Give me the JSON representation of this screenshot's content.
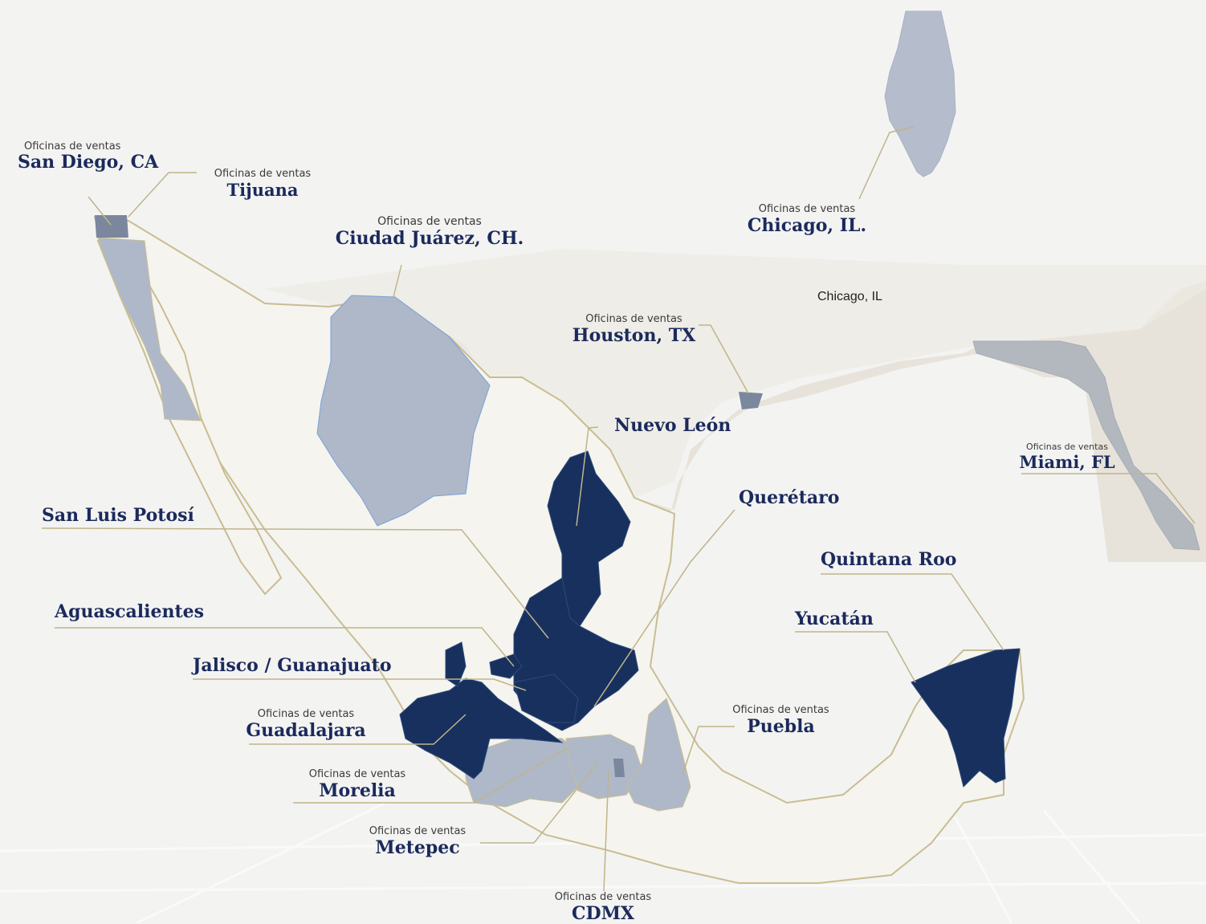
{
  "colors": {
    "background": "#f3f3f2",
    "highlight_state": "#17305e",
    "office_state": "#aeb8c9",
    "office_state_dark": "#7b879d",
    "usa_region": "#e7e3da",
    "florida": "#b3b8bf",
    "border_line": "#c9bd92",
    "label_text": "#1b2a5c"
  },
  "legend": {
    "subtitle": "Oficinas de ventas"
  },
  "offices": [
    {
      "id": "san-diego",
      "subtitle": "Oficinas de ventas",
      "name": "San Diego, CA"
    },
    {
      "id": "tijuana",
      "subtitle": "Oficinas de ventas",
      "name": "Tijuana"
    },
    {
      "id": "ciudad-juarez",
      "subtitle": "Oficinas de ventas",
      "name": "Ciudad Juárez, CH."
    },
    {
      "id": "chicago",
      "subtitle": "Oficinas de ventas",
      "name": "Chicago, IL."
    },
    {
      "id": "houston",
      "subtitle": "Oficinas de ventas",
      "name": "Houston, TX"
    },
    {
      "id": "miami",
      "subtitle": "Oficinas de ventas",
      "name": "Miami, FL"
    },
    {
      "id": "guadalajara",
      "subtitle": "Oficinas de ventas",
      "name": "Guadalajara"
    },
    {
      "id": "morelia",
      "subtitle": "Oficinas de ventas",
      "name": "Morelia"
    },
    {
      "id": "metepec",
      "subtitle": "Oficinas de ventas",
      "name": "Metepec"
    },
    {
      "id": "cdmx",
      "subtitle": "Oficinas de ventas",
      "name": "CDMX"
    },
    {
      "id": "puebla",
      "subtitle": "Oficinas de ventas",
      "name": "Puebla"
    }
  ],
  "regions": [
    {
      "id": "nuevo-leon",
      "name": "Nuevo León"
    },
    {
      "id": "san-luis-potosi",
      "name": "San Luis Potosí"
    },
    {
      "id": "queretaro",
      "name": "Querétaro"
    },
    {
      "id": "aguascalientes",
      "name": "Aguascalientes"
    },
    {
      "id": "jalisco-guanajuato",
      "name": "Jalisco / Guanajuato"
    },
    {
      "id": "quintana-roo",
      "name": "Quintana Roo"
    },
    {
      "id": "yucatan",
      "name": "Yucatán"
    }
  ],
  "stray_label": "Chicago, IL"
}
